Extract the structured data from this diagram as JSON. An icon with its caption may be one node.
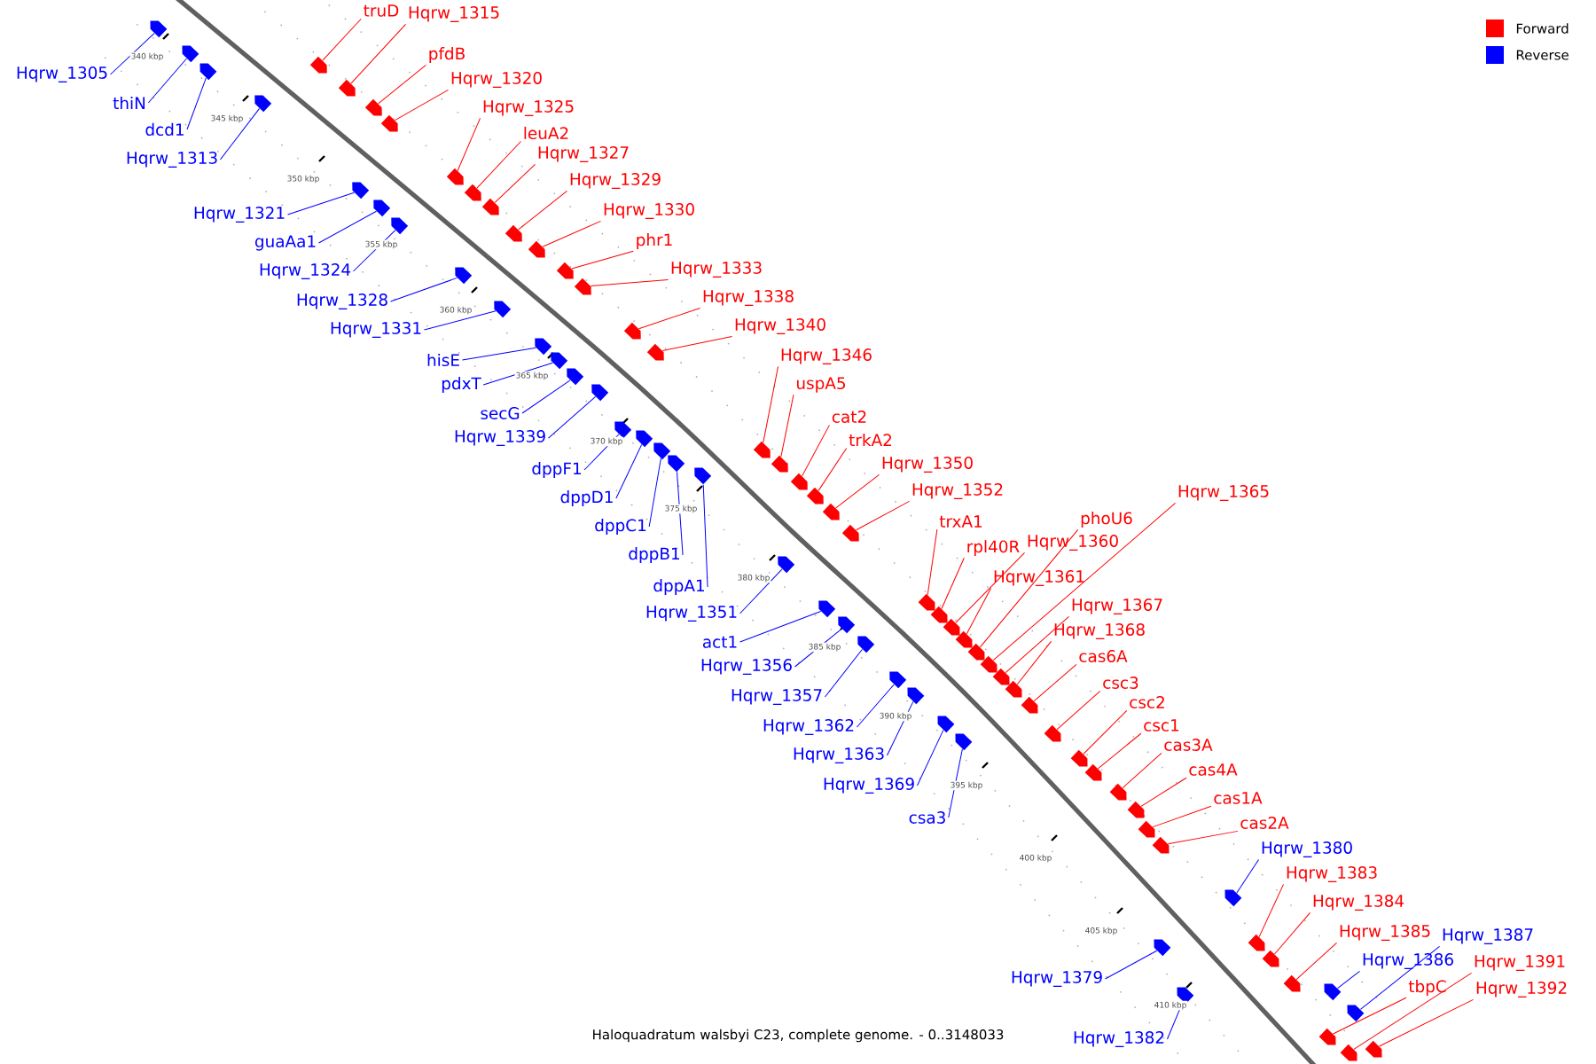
{
  "diagram": {
    "caption": "Haloquadratum walsbyi C23, complete genome. - 0..3148033",
    "nodes": [
      {
        "text": [
          "truD"
        ]
      },
      {
        "text": [
          "Hqrw_1315"
        ]
      },
      {
        "text": [
          "Hqrw_1305"
        ]
      },
      {
        "text": [
          "pfdB"
        ]
      },
      {
        "text": [
          "Hqrw_1320"
        ]
      },
      {
        "text": [
          "thiN"
        ]
      },
      {
        "text": [
          "Hqrw_1325"
        ]
      },
      {
        "text": [
          "dcd1"
        ]
      },
      {
        "text": [
          "leuA2"
        ]
      },
      {
        "text": [
          "Hqrw_1327"
        ]
      },
      {
        "text": [
          "Hqrw_1313"
        ]
      },
      {
        "text": [
          "Hqrw_1329"
        ]
      },
      {
        "text": [
          "Hqrw_1330"
        ]
      },
      {
        "text": [
          "Hqrw_1321"
        ]
      },
      {
        "text": [
          "phr1"
        ]
      },
      {
        "text": [
          "guaAa1"
        ]
      },
      {
        "text": [
          "Hqrw_1333"
        ]
      },
      {
        "text": [
          "Hqrw_1324"
        ]
      },
      {
        "text": [
          "Hqrw_1338"
        ]
      },
      {
        "text": [
          "Hqrw_1328"
        ]
      },
      {
        "text": [
          "Hqrw_1340"
        ]
      },
      {
        "text": [
          "Hqrw_1331"
        ]
      },
      {
        "text": [
          "Hqrw_1346"
        ]
      },
      {
        "text": [
          "hisE"
        ]
      },
      {
        "text": [
          "pdxT"
        ]
      },
      {
        "text": [
          "uspA5"
        ]
      },
      {
        "text": [
          "secG"
        ]
      },
      {
        "text": [
          "cat2"
        ]
      },
      {
        "text": [
          "Hqrw_1339"
        ]
      },
      {
        "text": [
          "trkA2"
        ]
      },
      {
        "text": [
          "Hqrw_1350"
        ]
      },
      {
        "text": [
          "dppF1"
        ]
      },
      {
        "text": [
          "Hqrw_1352"
        ]
      },
      {
        "text": [
          "dppD1"
        ]
      },
      {
        "text": [
          "Hqrw_1365"
        ]
      },
      {
        "text": [
          "trxA1"
        ]
      },
      {
        "text": [
          "phoU6"
        ]
      },
      {
        "text": [
          "dppC1"
        ]
      },
      {
        "text": [
          "Hqrw_1360"
        ]
      },
      {
        "text": [
          "rpl40R"
        ]
      },
      {
        "text": [
          "dppB1"
        ]
      },
      {
        "text": [
          "Hqrw_1361"
        ]
      },
      {
        "text": [
          "dppA1"
        ]
      },
      {
        "text": [
          "Hqrw_1367"
        ]
      },
      {
        "text": [
          "Hqrw_1351"
        ]
      },
      {
        "text": [
          "Hqrw_1368"
        ]
      },
      {
        "text": [
          "act1"
        ]
      },
      {
        "text": [
          "cas6A"
        ]
      },
      {
        "text": [
          "Hqrw_1356"
        ]
      },
      {
        "text": [
          "csc3"
        ]
      },
      {
        "text": [
          "Hqrw_1357"
        ]
      },
      {
        "text": [
          "csc2"
        ]
      },
      {
        "text": [
          "csc1"
        ]
      },
      {
        "text": [
          "Hqrw_1362"
        ]
      },
      {
        "text": [
          "cas3A"
        ]
      },
      {
        "text": [
          "Hqrw_1363"
        ]
      },
      {
        "text": [
          "cas4A"
        ]
      },
      {
        "text": [
          "Hqrw_1369"
        ]
      },
      {
        "text": [
          "cas1A"
        ]
      },
      {
        "text": [
          "csa3"
        ]
      },
      {
        "text": [
          "cas2A"
        ]
      },
      {
        "text": [
          "Hqrw_1380"
        ]
      },
      {
        "text": [
          "Hqrw_1383"
        ]
      },
      {
        "text": [
          "Hqrw_1384"
        ]
      },
      {
        "text": [
          "Hqrw_1385"
        ]
      },
      {
        "text": [
          "Hqrw_1387"
        ]
      },
      {
        "text": [
          "Hqrw_1386"
        ]
      },
      {
        "text": [
          "Hqrw_1391"
        ]
      },
      {
        "text": [
          "Hqrw_1379"
        ]
      },
      {
        "text": [
          "tbpC"
        ]
      },
      {
        "text": [
          "Hqrw_1392"
        ]
      },
      {
        "text": [
          "Hqrw_1382"
        ]
      },
      {
        "text": [],
        "shape": "arrow"
      },
      {
        "text": [],
        "shape": "arrow"
      },
      {
        "text": [],
        "shape": "arrow"
      },
      {
        "text": [],
        "shape": "arrow"
      },
      {
        "text": [],
        "shape": "arrow"
      },
      {
        "text": [],
        "shape": "arrow"
      },
      {
        "text": [],
        "shape": "arrow"
      },
      {
        "text": [],
        "shape": "arrow"
      },
      {
        "text": [],
        "shape": "arrow"
      },
      {
        "text": [],
        "shape": "arrow"
      },
      {
        "text": [],
        "shape": "arrow"
      },
      {
        "text": [],
        "shape": "arrow"
      },
      {
        "text": [],
        "shape": "arrow"
      },
      {
        "text": [],
        "shape": "arrow"
      },
      {
        "text": [],
        "shape": "arrow"
      },
      {
        "text": [],
        "shape": "arrow"
      },
      {
        "text": [],
        "shape": "arrow"
      },
      {
        "text": [],
        "shape": "arrow"
      },
      {
        "text": [],
        "shape": "arrow"
      },
      {
        "text": [],
        "shape": "arrow"
      },
      {
        "text": [],
        "shape": "arrow"
      },
      {
        "text": [],
        "shape": "arrow"
      },
      {
        "text": [],
        "shape": "arrow"
      },
      {
        "text": [],
        "shape": "arrow"
      },
      {
        "text": [],
        "shape": "arrow"
      },
      {
        "text": [],
        "shape": "arrow"
      },
      {
        "text": [],
        "shape": "arrow"
      },
      {
        "text": [],
        "shape": "arrow"
      },
      {
        "text": [],
        "shape": "arrow"
      },
      {
        "text": [],
        "shape": "arrow"
      },
      {
        "text": [],
        "shape": "arrow"
      },
      {
        "text": [],
        "shape": "arrow"
      },
      {
        "text": [],
        "shape": "arrow"
      },
      {
        "text": [],
        "shape": "arrow"
      },
      {
        "text": [],
        "shape": "arrow"
      },
      {
        "text": [],
        "shape": "arrow"
      },
      {
        "text": [],
        "shape": "arrow"
      },
      {
        "text": [],
        "shape": "arrow"
      },
      {
        "text": [],
        "shape": "arrow"
      },
      {
        "text": [],
        "shape": "arrow"
      },
      {
        "text": [],
        "shape": "arrow"
      },
      {
        "text": [],
        "shape": "arrow"
      },
      {
        "text": [],
        "shape": "arrow"
      },
      {
        "text": [],
        "shape": "arrow"
      },
      {
        "text": [],
        "shape": "arrow"
      },
      {
        "text": [],
        "shape": "arrow"
      },
      {
        "text": [],
        "shape": "arrow"
      },
      {
        "text": [],
        "shape": "arrow"
      },
      {
        "text": [],
        "shape": "arrow"
      },
      {
        "text": [],
        "shape": "arrow"
      },
      {
        "text": [],
        "shape": "arrow"
      },
      {
        "text": [],
        "shape": "arrow"
      },
      {
        "text": [],
        "shape": "arrow"
      },
      {
        "text": [],
        "shape": "arrow"
      },
      {
        "text": [],
        "shape": "arrow"
      },
      {
        "text": [],
        "shape": "arrow"
      },
      {
        "text": [],
        "shape": "arrow"
      },
      {
        "text": [],
        "shape": "arrow"
      },
      {
        "text": [],
        "shape": "arrow"
      },
      {
        "text": [],
        "shape": "arrow"
      },
      {
        "text": [],
        "shape": "arrow"
      },
      {
        "text": [],
        "shape": "arrow"
      },
      {
        "text": [],
        "shape": "arrow"
      },
      {
        "text": [],
        "shape": "arrow"
      },
      {
        "text": [],
        "shape": "arrow"
      },
      {
        "text": [],
        "shape": "arrow"
      },
      {
        "text": [],
        "shape": "arrow"
      },
      {
        "text": [],
        "shape": "arrow"
      },
      {
        "text": [],
        "shape": "arrow"
      },
      {
        "text": [],
        "shape": "arrow"
      },
      {
        "text": [],
        "shape": "arrow"
      },
      {
        "text": [],
        "shape": "arrow"
      }
    ],
    "edges": [
      {
        "from": 0,
        "to": 72,
        "arrow": "none",
        "color": "#ff0000"
      },
      {
        "from": 1,
        "to": 73,
        "arrow": "none",
        "color": "#ff0000"
      },
      {
        "from": 2,
        "to": 74,
        "arrow": "none",
        "color": "#0000ff"
      },
      {
        "from": 3,
        "to": 75,
        "arrow": "none",
        "color": "#ff0000"
      },
      {
        "from": 4,
        "to": 76,
        "arrow": "none",
        "color": "#ff0000"
      },
      {
        "from": 5,
        "to": 77,
        "arrow": "none",
        "color": "#0000ff"
      },
      {
        "from": 6,
        "to": 78,
        "arrow": "none",
        "color": "#ff0000"
      },
      {
        "from": 7,
        "to": 79,
        "arrow": "none",
        "color": "#0000ff"
      },
      {
        "from": 8,
        "to": 80,
        "arrow": "none",
        "color": "#ff0000"
      },
      {
        "from": 9,
        "to": 81,
        "arrow": "none",
        "color": "#ff0000"
      },
      {
        "from": 10,
        "to": 82,
        "arrow": "none",
        "color": "#0000ff"
      },
      {
        "from": 11,
        "to": 83,
        "arrow": "none",
        "color": "#ff0000"
      },
      {
        "from": 12,
        "to": 84,
        "arrow": "none",
        "color": "#ff0000"
      },
      {
        "from": 13,
        "to": 85,
        "arrow": "none",
        "color": "#0000ff"
      },
      {
        "from": 14,
        "to": 86,
        "arrow": "none",
        "color": "#ff0000"
      },
      {
        "from": 15,
        "to": 87,
        "arrow": "none",
        "color": "#0000ff"
      },
      {
        "from": 16,
        "to": 88,
        "arrow": "none",
        "color": "#ff0000"
      },
      {
        "from": 17,
        "to": 89,
        "arrow": "none",
        "color": "#0000ff"
      },
      {
        "from": 18,
        "to": 90,
        "arrow": "none",
        "color": "#ff0000"
      },
      {
        "from": 19,
        "to": 91,
        "arrow": "none",
        "color": "#0000ff"
      },
      {
        "from": 20,
        "to": 92,
        "arrow": "none",
        "color": "#ff0000"
      },
      {
        "from": 21,
        "to": 93,
        "arrow": "none",
        "color": "#0000ff"
      },
      {
        "from": 22,
        "to": 94,
        "arrow": "none",
        "color": "#ff0000"
      },
      {
        "from": 23,
        "to": 95,
        "arrow": "none",
        "color": "#0000ff"
      },
      {
        "from": 24,
        "to": 96,
        "arrow": "none",
        "color": "#0000ff"
      },
      {
        "from": 25,
        "to": 97,
        "arrow": "none",
        "color": "#ff0000"
      },
      {
        "from": 26,
        "to": 98,
        "arrow": "none",
        "color": "#0000ff"
      },
      {
        "from": 27,
        "to": 99,
        "arrow": "none",
        "color": "#ff0000"
      },
      {
        "from": 28,
        "to": 100,
        "arrow": "none",
        "color": "#0000ff"
      },
      {
        "from": 29,
        "to": 101,
        "arrow": "none",
        "color": "#ff0000"
      },
      {
        "from": 30,
        "to": 102,
        "arrow": "none",
        "color": "#ff0000"
      },
      {
        "from": 31,
        "to": 103,
        "arrow": "none",
        "color": "#0000ff"
      },
      {
        "from": 32,
        "to": 104,
        "arrow": "none",
        "color": "#ff0000"
      },
      {
        "from": 33,
        "to": 105,
        "arrow": "none",
        "color": "#0000ff"
      },
      {
        "from": 34,
        "to": 106,
        "arrow": "none",
        "color": "#ff0000"
      },
      {
        "from": 35,
        "to": 107,
        "arrow": "none",
        "color": "#ff0000"
      },
      {
        "from": 36,
        "to": 108,
        "arrow": "none",
        "color": "#ff0000"
      },
      {
        "from": 37,
        "to": 109,
        "arrow": "none",
        "color": "#0000ff"
      },
      {
        "from": 38,
        "to": 110,
        "arrow": "none",
        "color": "#ff0000"
      },
      {
        "from": 39,
        "to": 111,
        "arrow": "none",
        "color": "#ff0000"
      },
      {
        "from": 40,
        "to": 112,
        "arrow": "none",
        "color": "#0000ff"
      },
      {
        "from": 41,
        "to": 113,
        "arrow": "none",
        "color": "#ff0000"
      },
      {
        "from": 42,
        "to": 114,
        "arrow": "none",
        "color": "#0000ff"
      },
      {
        "from": 43,
        "to": 115,
        "arrow": "none",
        "color": "#ff0000"
      },
      {
        "from": 44,
        "to": 116,
        "arrow": "none",
        "color": "#0000ff"
      },
      {
        "from": 45,
        "to": 117,
        "arrow": "none",
        "color": "#ff0000"
      },
      {
        "from": 46,
        "to": 118,
        "arrow": "none",
        "color": "#0000ff"
      },
      {
        "from": 47,
        "to": 119,
        "arrow": "none",
        "color": "#ff0000"
      },
      {
        "from": 48,
        "to": 120,
        "arrow": "none",
        "color": "#0000ff"
      },
      {
        "from": 49,
        "to": 121,
        "arrow": "none",
        "color": "#ff0000"
      },
      {
        "from": 50,
        "to": 122,
        "arrow": "none",
        "color": "#0000ff"
      },
      {
        "from": 51,
        "to": 123,
        "arrow": "none",
        "color": "#ff0000"
      },
      {
        "from": 52,
        "to": 124,
        "arrow": "none",
        "color": "#ff0000"
      },
      {
        "from": 53,
        "to": 125,
        "arrow": "none",
        "color": "#0000ff"
      },
      {
        "from": 54,
        "to": 126,
        "arrow": "none",
        "color": "#ff0000"
      },
      {
        "from": 55,
        "to": 127,
        "arrow": "none",
        "color": "#0000ff"
      },
      {
        "from": 56,
        "to": 128,
        "arrow": "none",
        "color": "#ff0000"
      },
      {
        "from": 57,
        "to": 129,
        "arrow": "none",
        "color": "#0000ff"
      },
      {
        "from": 58,
        "to": 130,
        "arrow": "none",
        "color": "#ff0000"
      },
      {
        "from": 59,
        "to": 131,
        "arrow": "none",
        "color": "#0000ff"
      },
      {
        "from": 60,
        "to": 132,
        "arrow": "none",
        "color": "#ff0000"
      },
      {
        "from": 61,
        "to": 133,
        "arrow": "none",
        "color": "#0000ff"
      },
      {
        "from": 62,
        "to": 134,
        "arrow": "none",
        "color": "#ff0000"
      },
      {
        "from": 63,
        "to": 135,
        "arrow": "none",
        "color": "#ff0000"
      },
      {
        "from": 64,
        "to": 136,
        "arrow": "none",
        "color": "#ff0000"
      },
      {
        "from": 65,
        "to": 137,
        "arrow": "none",
        "color": "#0000ff"
      },
      {
        "from": 66,
        "to": 138,
        "arrow": "none",
        "color": "#0000ff"
      },
      {
        "from": 67,
        "to": 139,
        "arrow": "none",
        "color": "#ff0000"
      },
      {
        "from": 68,
        "to": 140,
        "arrow": "none",
        "color": "#0000ff"
      },
      {
        "from": 69,
        "to": 141,
        "arrow": "none",
        "color": "#ff0000"
      },
      {
        "from": 70,
        "to": 142,
        "arrow": "none",
        "color": "#ff0000"
      },
      {
        "from": 71,
        "to": 143,
        "arrow": "none",
        "color": "#0000ff"
      }
    ],
    "labels": [
      "340 kbp",
      "345 kbp",
      "350 kbp",
      "355 kbp",
      "360 kbp",
      "365 kbp",
      "370 kbp",
      "375 kbp",
      "380 kbp",
      "385 kbp",
      "390 kbp",
      "395 kbp",
      "400 kbp",
      "405 kbp",
      "410 kbp"
    ],
    "legend": [
      {
        "text": "Forward",
        "color": "#ff0000"
      },
      {
        "text": "Reverse",
        "color": "#0000ff"
      }
    ]
  }
}
